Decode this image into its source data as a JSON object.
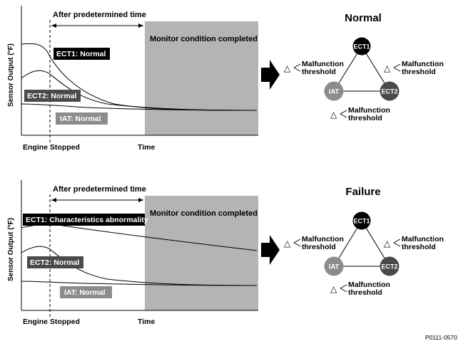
{
  "panels": {
    "top": {
      "title": "Normal",
      "y_axis_label": "Sensor Output (°F)",
      "arrow_label": "After predetermined time",
      "monitor_label": "Monitor condition completed",
      "x_start_label": "Engine Stopped",
      "x_end_label": "Time",
      "curve_labels": {
        "ect1": "ECT1: Normal",
        "ect2": "ECT2: Normal",
        "iat": "IAT: Normal"
      }
    },
    "bottom": {
      "title": "Failure",
      "y_axis_label": "Sensor Output (°F)",
      "arrow_label": "After predetermined time",
      "monitor_label": "Monitor condition completed",
      "x_start_label": "Engine Stopped",
      "x_end_label": "Time",
      "curve_labels": {
        "ect1": "ECT1: Characteristics abnormality",
        "ect2": "ECT2: Normal",
        "iat": "IAT: Normal"
      }
    }
  },
  "triangle": {
    "nodes": {
      "ect1": "ECT1",
      "ect2": "ECT2",
      "iat": "IAT"
    },
    "delta_symbol": "△",
    "threshold_line1": "Malfunction",
    "threshold_line2": "threshold"
  },
  "figure_id": "P0111-0570",
  "colors": {
    "ect1": "#000000",
    "ect2": "#4a4a4a",
    "iat": "#8c8c8c",
    "monitor_region": "#b4b4b4"
  }
}
